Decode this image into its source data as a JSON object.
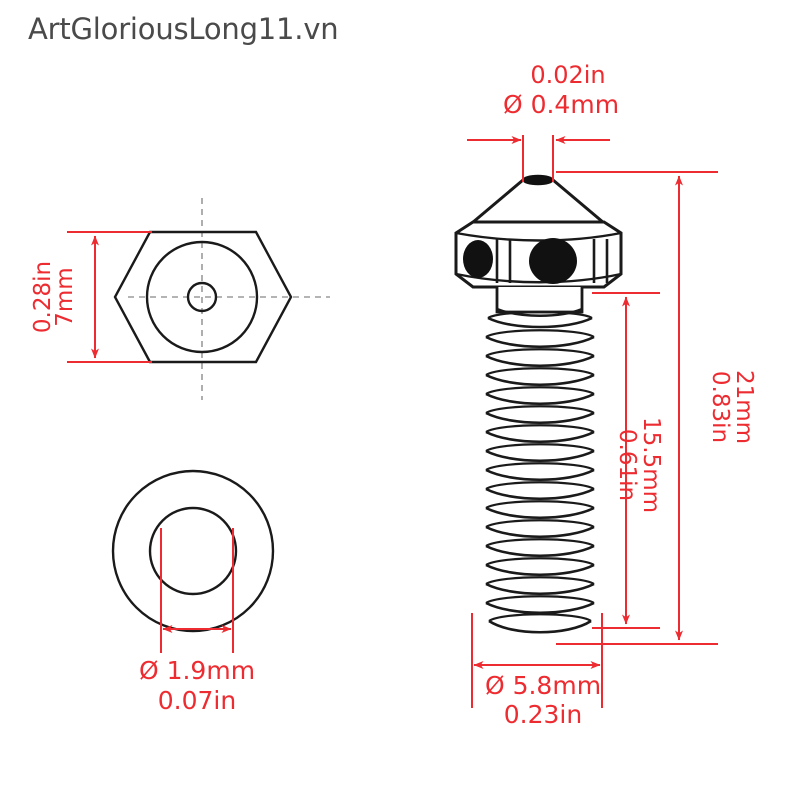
{
  "watermark": {
    "text": "ArtGloriousLong11.vn",
    "color": "#4a4a4a"
  },
  "colors": {
    "dimension_red": "#ed2c31",
    "outline_black": "#000000",
    "centerline_gray": "#9b9b9b",
    "background": "#ffffff"
  },
  "drawing": {
    "title": "3D printer nozzle technical drawing",
    "views": [
      {
        "name": "hex-top-view",
        "description": "Hexagonal nozzle head viewed from the top with concentric circles"
      },
      {
        "name": "bore-bottom-view",
        "description": "Circular bottom view showing outer body and inner bore"
      },
      {
        "name": "nozzle-side-view",
        "description": "Side elevation of the nozzle with conical tip, hex flats and threaded shank"
      }
    ]
  },
  "dimensions": {
    "tip_bore": {
      "name": "nozzle-tip-bore",
      "inch": "0.02in",
      "metric": "Ø 0.4mm",
      "diameter_symbol": "Ø",
      "metric_value": "0.4mm"
    },
    "hex_across_flats": {
      "name": "hex-across-flats",
      "metric": "7mm",
      "inch": "0.28in"
    },
    "inner_bore": {
      "name": "inner-bore-diameter",
      "diameter_symbol": "Ø",
      "metric": "Ø 1.9mm",
      "metric_value": "1.9mm",
      "inch": "0.07in"
    },
    "thread_diameter": {
      "name": "thread-outer-diameter",
      "diameter_symbol": "Ø",
      "metric": "Ø 5.8mm",
      "metric_value": "5.8mm",
      "inch": "0.23in"
    },
    "overall_length": {
      "name": "overall-length",
      "inch": "0.83in",
      "metric": "21mm"
    },
    "thread_length": {
      "name": "thread-length",
      "inch": "0.61in",
      "metric": "15.5mm"
    }
  }
}
